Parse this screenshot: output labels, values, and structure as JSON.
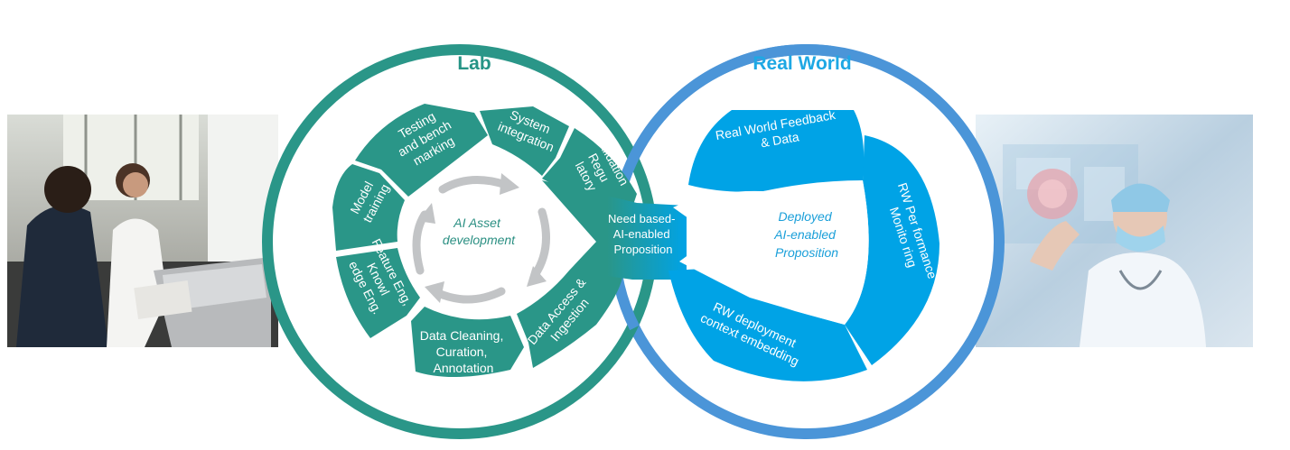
{
  "lab": {
    "title": "Lab",
    "center": [
      "AI Asset",
      "development"
    ],
    "segments": {
      "testing": [
        "Testing",
        "and bench",
        "marking"
      ],
      "system": [
        "System",
        "integration"
      ],
      "validation": [
        "Validation",
        "Regu",
        "latory"
      ],
      "data_access": [
        "Data Access &",
        "Ingestion"
      ],
      "data_cleaning": [
        "Data Cleaning,",
        "Curation,",
        "Annotation"
      ],
      "feature": [
        "Feature Eng,",
        "Knowl",
        "edge Eng."
      ],
      "model": [
        "Model",
        "training"
      ]
    }
  },
  "hub": [
    "Need based-",
    "AI-enabled",
    "Proposition"
  ],
  "real_world": {
    "title": "Real World",
    "center": [
      "Deployed",
      "AI-enabled",
      "Proposition"
    ],
    "segments": {
      "feedback": [
        "Real World Feedback",
        "& Data"
      ],
      "monitoring": [
        "RW Per formance",
        "Monito ring"
      ],
      "deployment": [
        "RW deployment",
        "context embedding"
      ]
    }
  },
  "colors": {
    "teal": "#2a9688",
    "teal_dark": "#23897c",
    "blue": "#00a3e6",
    "blue_ring": "#4b95d8",
    "title_teal": "#269486",
    "title_blue": "#1ea8e4",
    "arrow_gray": "#c2c4c6"
  }
}
